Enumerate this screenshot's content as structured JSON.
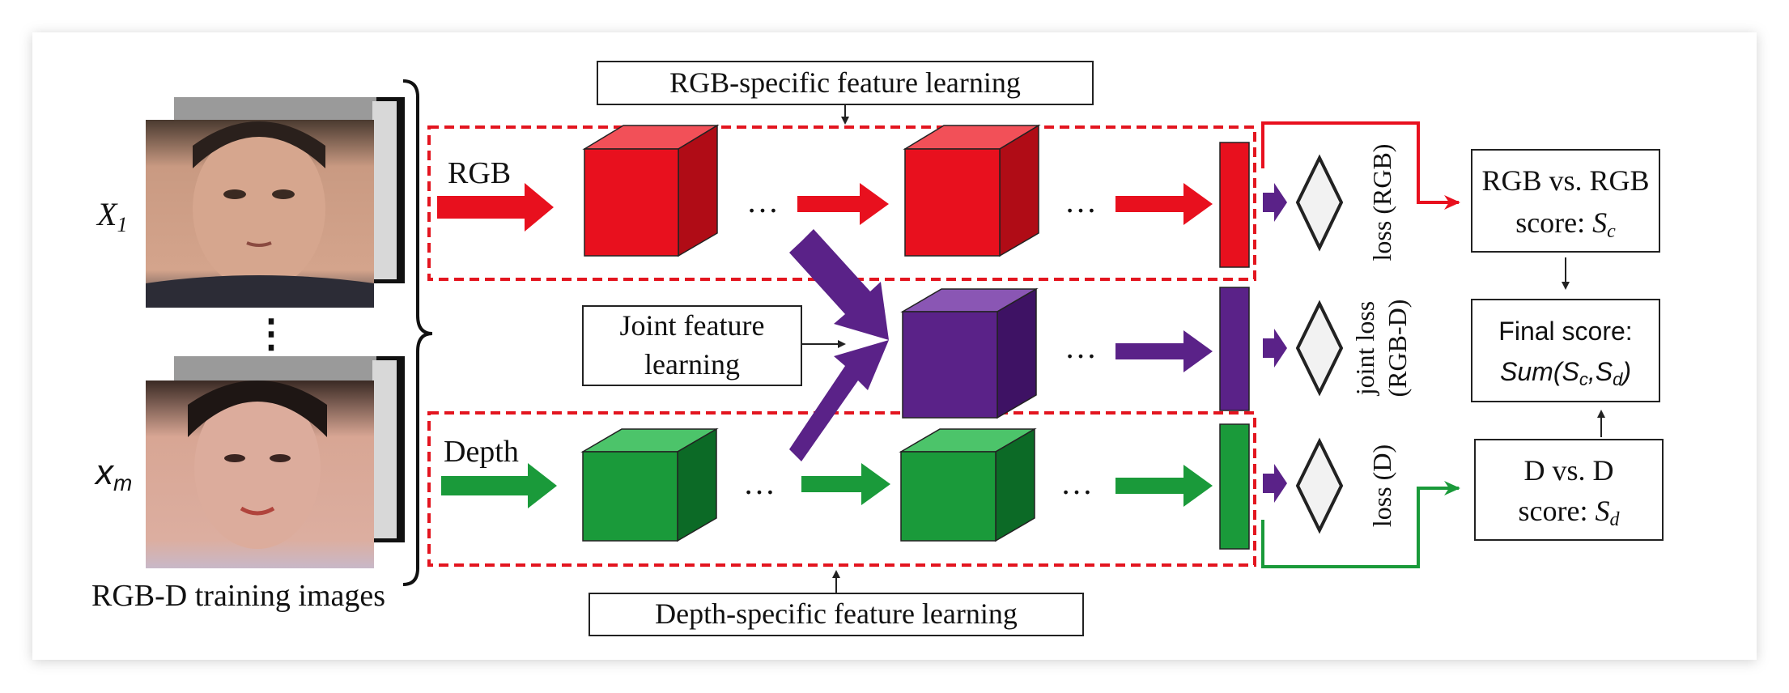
{
  "colors": {
    "rgb_branch": "#e8101e",
    "depth_branch": "#1a9a3a",
    "joint_branch": "#5a2288",
    "dashed_border": "#e3151f",
    "text": "#111111"
  },
  "labels": {
    "rgb_specific": "RGB-specific feature learning",
    "depth_specific": "Depth-specific feature learning",
    "joint_line1": "Joint feature",
    "joint_line2": "learning",
    "rgb_input": "RGB",
    "depth_input": "Depth",
    "training_images": "RGB-D training images",
    "x1_base": "X",
    "x1_sub": "1",
    "xm_base": "x",
    "xm_sub": "m",
    "vertical_dots": "⋮",
    "ellipsis": "…",
    "loss_rgb": "loss (RGB)",
    "joint_loss_line1": "joint loss",
    "joint_loss_line2": "(RGB-D)",
    "loss_d": "loss (D)"
  },
  "score_boxes": {
    "rgb_line1": "RGB vs. RGB",
    "rgb_line2": "score: ",
    "rgb_sym": "S",
    "rgb_sub": "c",
    "final_line1": "Final score:",
    "final_func": "Sum(S",
    "final_sub_c": "c",
    "final_mid": ",S",
    "final_sub_d": "d",
    "final_close": ")",
    "d_line1": "D vs. D",
    "d_line2": "score: ",
    "d_sym": "S",
    "d_sub": "d"
  },
  "icons": {
    "face_top": "face-photo-icon",
    "face_bottom": "face-photo-icon",
    "loss_shape": "diamond-icon"
  }
}
